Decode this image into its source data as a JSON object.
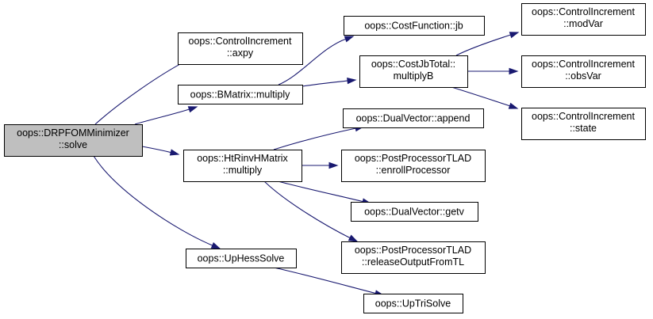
{
  "nodes": {
    "drpfom_solve": {
      "lines": [
        "oops::DRPFOMMinimizer",
        "::solve"
      ]
    },
    "ci_axpy": {
      "lines": [
        "oops::ControlIncrement",
        "::axpy"
      ]
    },
    "bmatrix_multiply": {
      "lines": [
        "oops::BMatrix::multiply"
      ]
    },
    "costfunction_jb": {
      "lines": [
        "oops::CostFunction::jb"
      ]
    },
    "costjbtotal_multiplyb": {
      "lines": [
        "oops::CostJbTotal::",
        "multiplyB"
      ]
    },
    "ci_modvar": {
      "lines": [
        "oops::ControlIncrement",
        "::modVar"
      ]
    },
    "ci_obsvar": {
      "lines": [
        "oops::ControlIncrement",
        "::obsVar"
      ]
    },
    "ci_state": {
      "lines": [
        "oops::ControlIncrement",
        "::state"
      ]
    },
    "htrinvh_multiply": {
      "lines": [
        "oops::HtRinvHMatrix",
        "::multiply"
      ]
    },
    "dualvector_append": {
      "lines": [
        "oops::DualVector::append"
      ]
    },
    "pptlad_enroll": {
      "lines": [
        "oops::PostProcessorTLAD",
        "::enrollProcessor"
      ]
    },
    "dualvector_getv": {
      "lines": [
        "oops::DualVector::getv"
      ]
    },
    "pptlad_release": {
      "lines": [
        "oops::PostProcessorTLAD",
        "::releaseOutputFromTL"
      ]
    },
    "uphesssolve": {
      "lines": [
        "oops::UpHessSolve"
      ]
    },
    "uptrisolve": {
      "lines": [
        "oops::UpTriSolve"
      ]
    }
  },
  "edges": [
    {
      "from": "drpfom_solve",
      "to": "ci_axpy"
    },
    {
      "from": "drpfom_solve",
      "to": "bmatrix_multiply"
    },
    {
      "from": "drpfom_solve",
      "to": "htrinvh_multiply"
    },
    {
      "from": "drpfom_solve",
      "to": "uphesssolve"
    },
    {
      "from": "bmatrix_multiply",
      "to": "costfunction_jb"
    },
    {
      "from": "bmatrix_multiply",
      "to": "costjbtotal_multiplyb"
    },
    {
      "from": "costjbtotal_multiplyb",
      "to": "ci_modvar"
    },
    {
      "from": "costjbtotal_multiplyb",
      "to": "ci_obsvar"
    },
    {
      "from": "costjbtotal_multiplyb",
      "to": "ci_state"
    },
    {
      "from": "htrinvh_multiply",
      "to": "dualvector_append"
    },
    {
      "from": "htrinvh_multiply",
      "to": "pptlad_enroll"
    },
    {
      "from": "htrinvh_multiply",
      "to": "dualvector_getv"
    },
    {
      "from": "htrinvh_multiply",
      "to": "pptlad_release"
    },
    {
      "from": "uphesssolve",
      "to": "uptrisolve"
    }
  ],
  "colors": {
    "edge": "#191970",
    "root_fill": "#bfbfbf",
    "node_fill": "#ffffff",
    "node_border": "#000000"
  }
}
